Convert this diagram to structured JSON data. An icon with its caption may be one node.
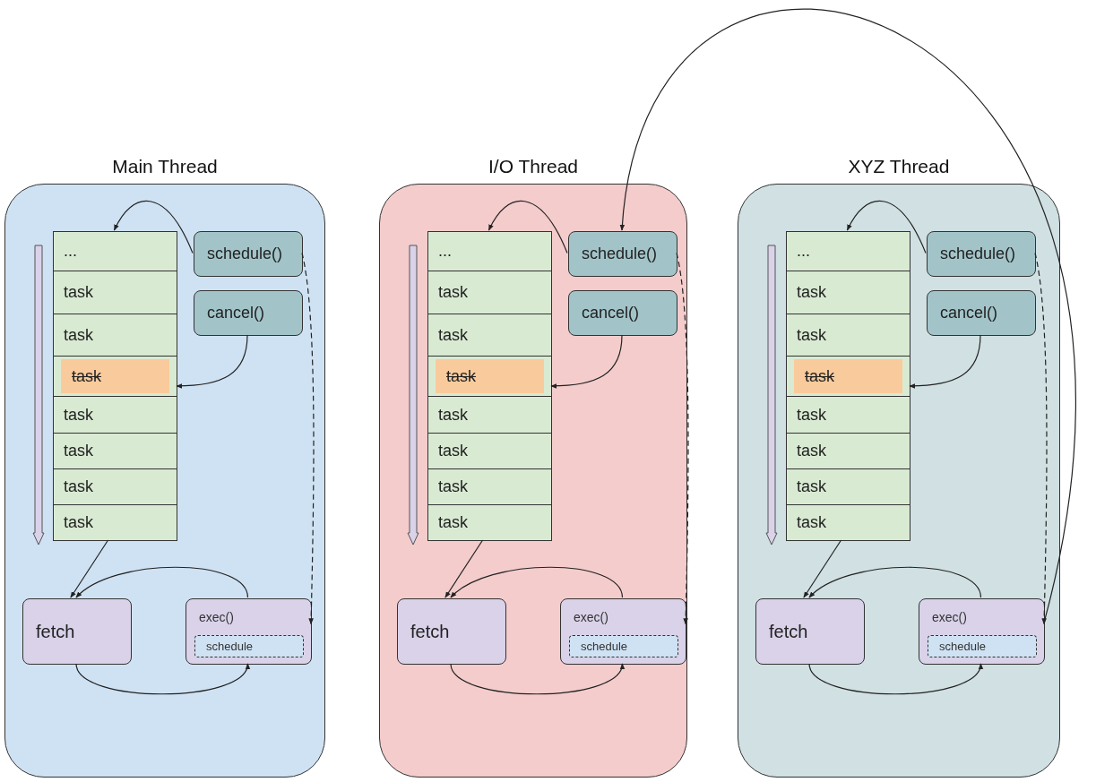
{
  "diagram": {
    "nodes": [
      {
        "text": [
          "Main Thread"
        ]
      },
      {
        "text": [
          "..."
        ],
        "in": 0
      },
      {
        "text": [
          "task"
        ],
        "in": 0
      },
      {
        "text": [
          "task"
        ],
        "in": 0
      },
      {
        "text": [
          "task"
        ],
        "in": 0
      },
      {
        "text": [
          "task"
        ],
        "in": 0
      },
      {
        "text": [
          "task"
        ],
        "in": 0
      },
      {
        "text": [
          "task"
        ],
        "in": 0
      },
      {
        "text": [
          "task"
        ],
        "in": 0
      },
      {
        "text": [
          "schedule()"
        ],
        "in": 0
      },
      {
        "text": [
          "cancel()"
        ],
        "in": 0
      },
      {
        "text": [
          "fetch"
        ],
        "in": 0
      },
      {
        "text": [
          "exec()"
        ],
        "in": 0
      },
      {
        "text": [
          "schedule"
        ],
        "in": 12
      },
      {
        "text": [
          "I/O Thread"
        ]
      },
      {
        "text": [
          "..."
        ],
        "in": 14
      },
      {
        "text": [
          "task"
        ],
        "in": 14
      },
      {
        "text": [
          "task"
        ],
        "in": 14
      },
      {
        "text": [
          "task"
        ],
        "in": 14
      },
      {
        "text": [
          "task"
        ],
        "in": 14
      },
      {
        "text": [
          "task"
        ],
        "in": 14
      },
      {
        "text": [
          "task"
        ],
        "in": 14
      },
      {
        "text": [
          "task"
        ],
        "in": 14
      },
      {
        "text": [
          "schedule()"
        ],
        "in": 14
      },
      {
        "text": [
          "cancel()"
        ],
        "in": 14
      },
      {
        "text": [
          "fetch"
        ],
        "in": 14
      },
      {
        "text": [
          "exec()"
        ],
        "in": 14
      },
      {
        "text": [
          "schedule"
        ],
        "in": 26
      },
      {
        "text": [
          "XYZ Thread"
        ]
      },
      {
        "text": [
          "..."
        ],
        "in": 28
      },
      {
        "text": [
          "task"
        ],
        "in": 28
      },
      {
        "text": [
          "task"
        ],
        "in": 28
      },
      {
        "text": [
          "task"
        ],
        "in": 28
      },
      {
        "text": [
          "task"
        ],
        "in": 28
      },
      {
        "text": [
          "task"
        ],
        "in": 28
      },
      {
        "text": [
          "task"
        ],
        "in": 28
      },
      {
        "text": [
          "task"
        ],
        "in": 28
      },
      {
        "text": [
          "schedule()"
        ],
        "in": 28
      },
      {
        "text": [
          "cancel()"
        ],
        "in": 28
      },
      {
        "text": [
          "fetch"
        ],
        "in": 28
      },
      {
        "text": [
          "exec()"
        ],
        "in": 28
      },
      {
        "text": [
          "schedule"
        ],
        "in": 40
      }
    ],
    "edges": [
      {
        "from": 9,
        "to": 1,
        "arrow": "to"
      },
      {
        "from": 10,
        "to": 4,
        "arrow": "to"
      },
      {
        "from": 8,
        "to": 11,
        "arrow": "to"
      },
      {
        "from": 12,
        "to": 11,
        "arrow": "to"
      },
      {
        "from": 11,
        "to": 12,
        "arrow": "to"
      },
      {
        "from": 9,
        "to": 12,
        "arrow": "to",
        "style": "dashed"
      },
      {
        "from": 23,
        "to": 15,
        "arrow": "to"
      },
      {
        "from": 24,
        "to": 18,
        "arrow": "to"
      },
      {
        "from": 22,
        "to": 25,
        "arrow": "to"
      },
      {
        "from": 26,
        "to": 25,
        "arrow": "to"
      },
      {
        "from": 25,
        "to": 26,
        "arrow": "to"
      },
      {
        "from": 23,
        "to": 26,
        "arrow": "to",
        "style": "dashed"
      },
      {
        "from": 37,
        "to": 29,
        "arrow": "to"
      },
      {
        "from": 38,
        "to": 32,
        "arrow": "to"
      },
      {
        "from": 36,
        "to": 39,
        "arrow": "to"
      },
      {
        "from": 40,
        "to": 39,
        "arrow": "to"
      },
      {
        "from": 39,
        "to": 40,
        "arrow": "to"
      },
      {
        "from": 37,
        "to": 40,
        "arrow": "to",
        "style": "dashed"
      },
      {
        "from": 40,
        "to": 23,
        "arrow": "to"
      }
    ]
  }
}
